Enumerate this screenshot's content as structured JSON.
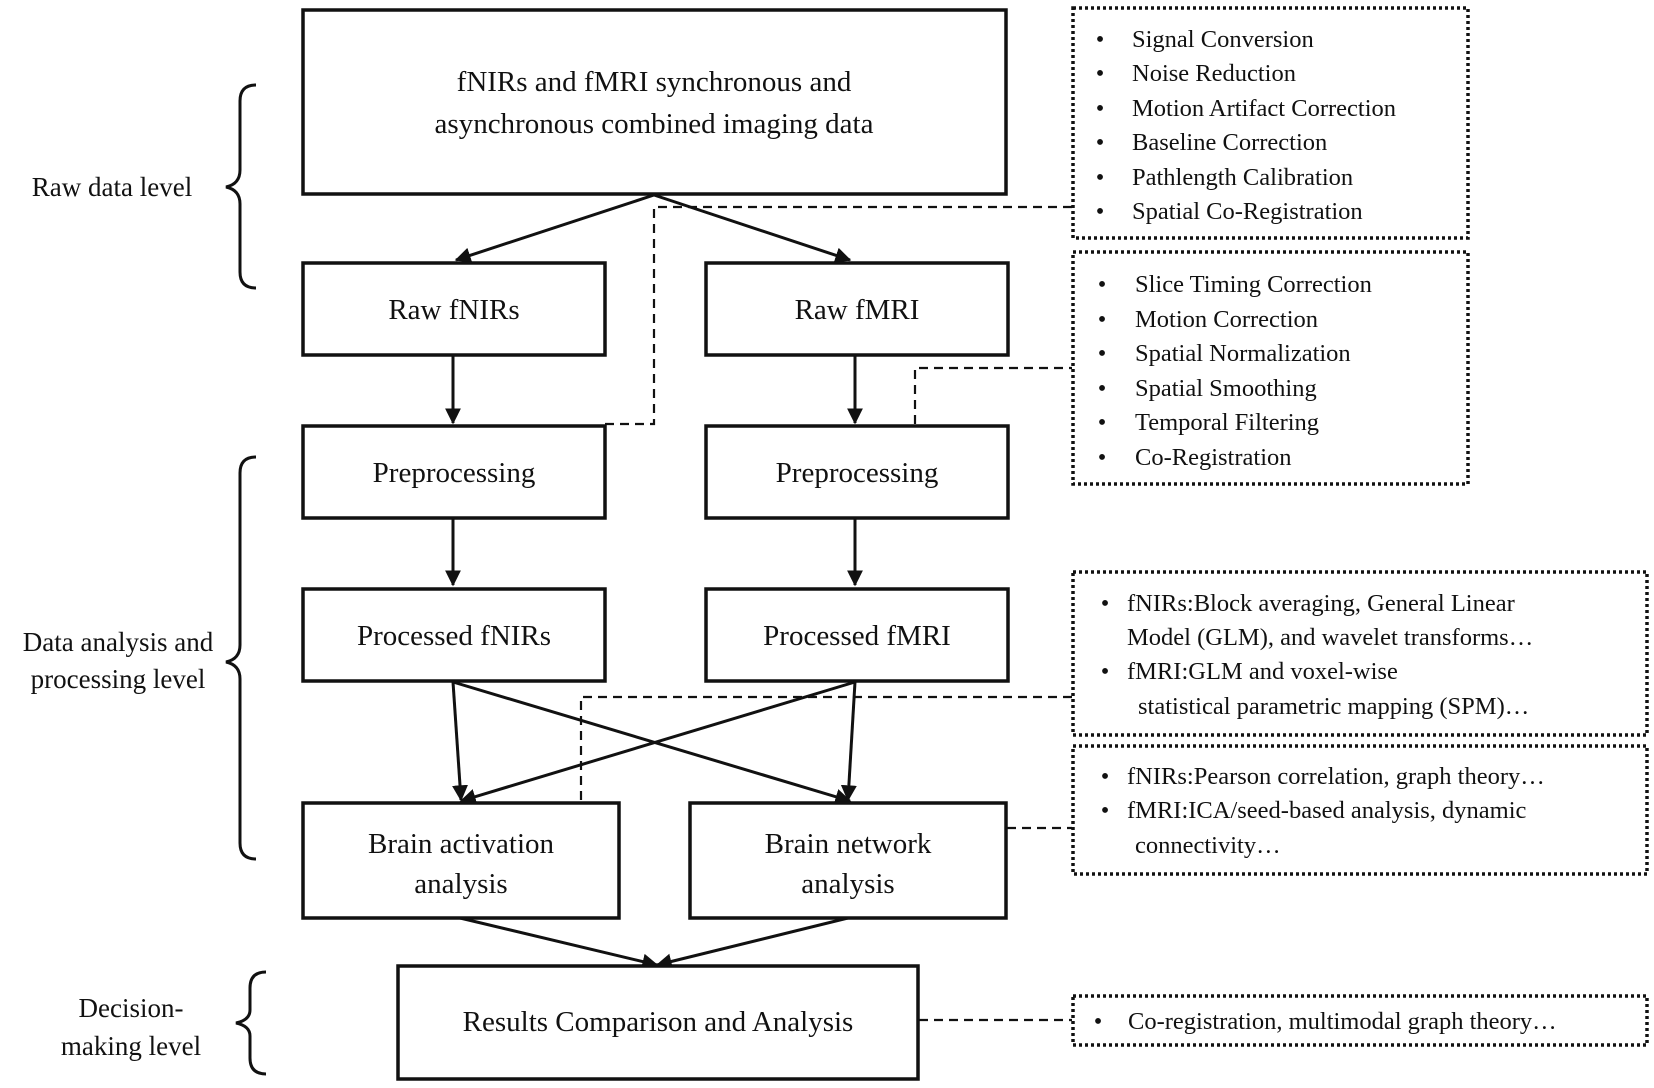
{
  "levels": {
    "raw": "Raw data level",
    "analysis_line1": "Data analysis and",
    "analysis_line2": "processing level",
    "decision_line1": "Decision-",
    "decision_line2": "making level"
  },
  "nodes": {
    "combined_line1": "fNIRs and fMRI synchronous and",
    "combined_line2": "asynchronous combined imaging data",
    "raw_fnirs": "Raw fNIRs",
    "raw_fmri": "Raw fMRI",
    "pre_fnirs": "Preprocessing",
    "pre_fmri": "Preprocessing",
    "proc_fnirs": "Processed fNIRs",
    "proc_fmri": "Processed fMRI",
    "activation_line1": "Brain activation",
    "activation_line2": "analysis",
    "network_line1": "Brain network",
    "network_line2": "analysis",
    "results": "Results Comparison and Analysis"
  },
  "notes": {
    "fnirs_preprocessing": [
      "Signal Conversion",
      "Noise Reduction",
      "Motion Artifact Correction",
      "Baseline Correction",
      "Pathlength Calibration",
      "Spatial Co-Registration"
    ],
    "fmri_preprocessing": [
      "Slice Timing Correction",
      "Motion Correction",
      "Spatial Normalization",
      "Spatial Smoothing",
      "Temporal Filtering",
      "Co-Registration"
    ],
    "activation_methods": {
      "fnirs_line1": "fNIRs:Block averaging, General Linear",
      "fnirs_line2": "Model (GLM), and wavelet transforms…",
      "fmri_line1": "fMRI:GLM and voxel-wise",
      "fmri_line2": "statistical parametric mapping (SPM)…"
    },
    "network_methods": {
      "fnirs_line1": "fNIRs:Pearson correlation, graph theory…",
      "fmri_line1": "fMRI:ICA/seed-based analysis, dynamic",
      "fmri_line2": "connectivity…"
    },
    "results_methods": "Co-registration, multimodal graph theory…"
  },
  "bullet": "•"
}
